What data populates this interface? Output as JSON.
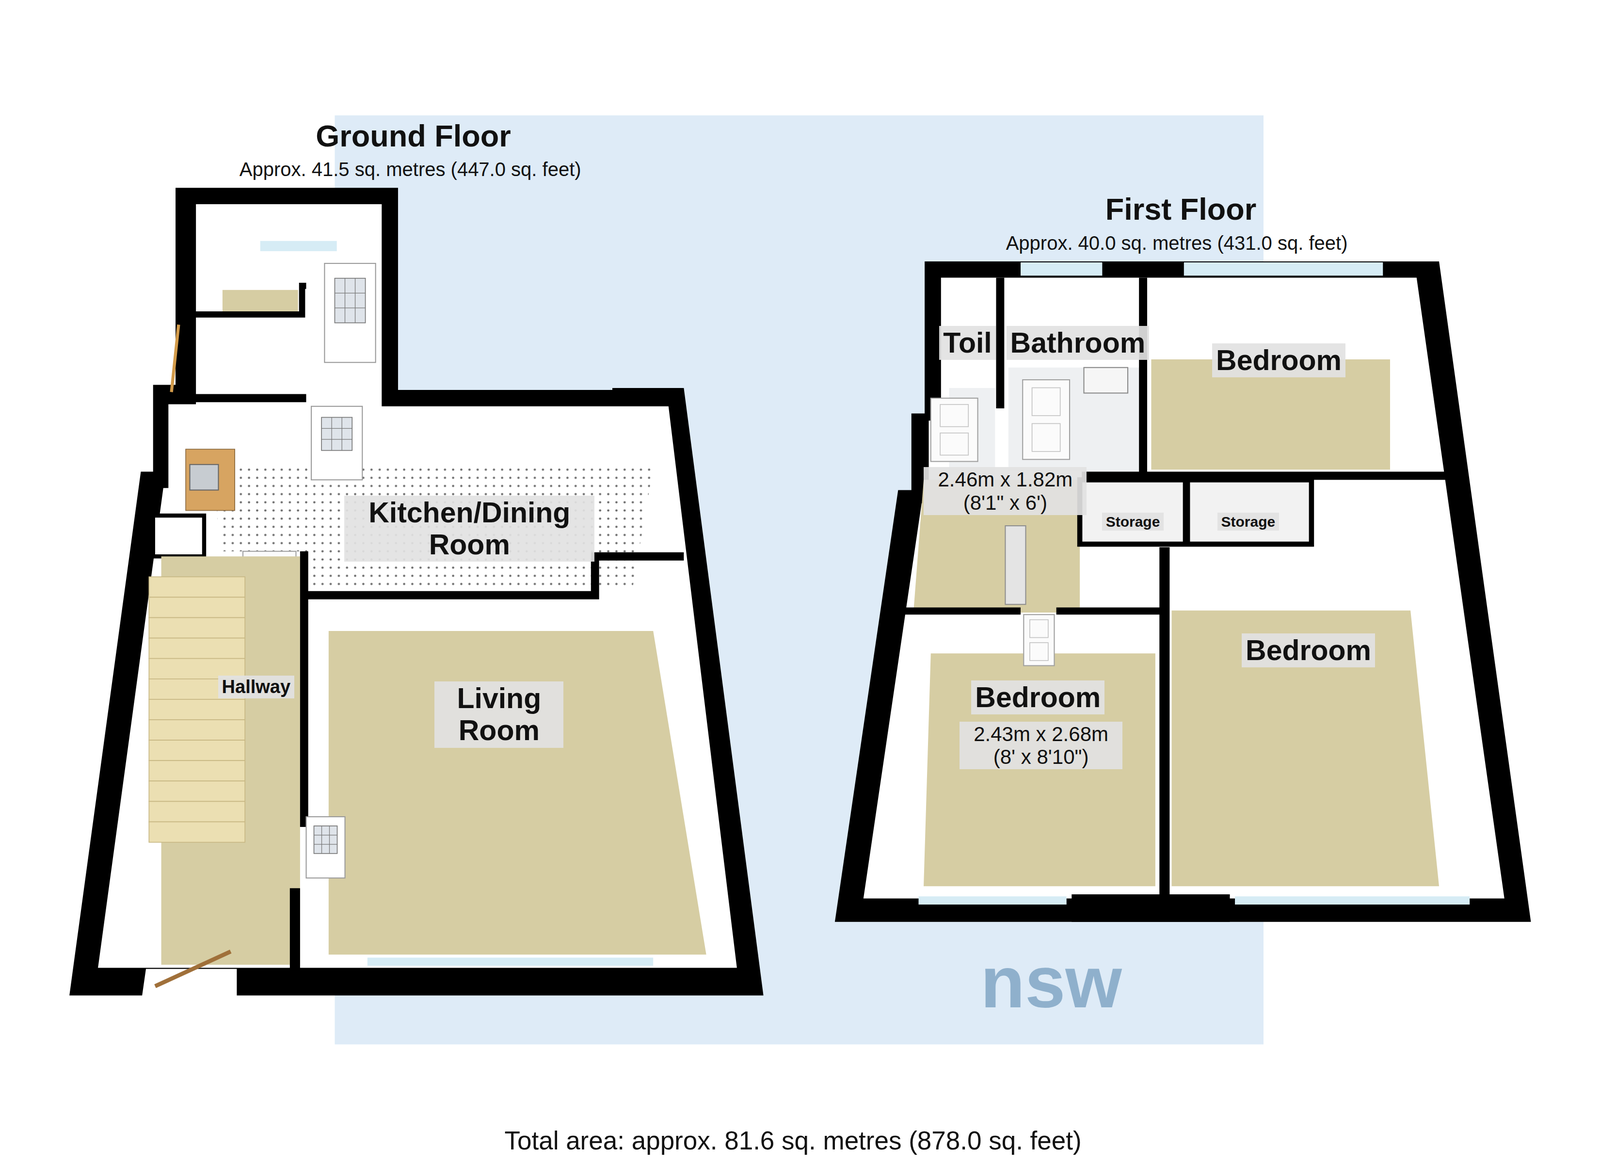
{
  "diagram": {
    "caption": "Total area: approx. 81.6 sq. metres (878.0 sq. feet)",
    "nodes": [
      {
        "text": [
          "Ground Floor",
          "Approx. 41.5 sq. metres (447.0 sq. feet)"
        ]
      },
      {
        "text": [
          "Kitchen/Dining Room"
        ],
        "in": 0
      },
      {
        "text": [
          "Hallway"
        ],
        "in": 0
      },
      {
        "text": [
          "Living Room"
        ],
        "in": 0
      },
      {
        "text": [
          "First Floor",
          "Approx. 40.0 sq. metres (431.0 sq. feet)"
        ]
      },
      {
        "text": [
          "Toil"
        ],
        "in": 4
      },
      {
        "text": [
          "Bathroom"
        ],
        "in": 4
      },
      {
        "text": [
          "Bedroom"
        ],
        "in": 4
      },
      {
        "text": [
          "Storage"
        ],
        "in": 4
      },
      {
        "text": [
          "Storage"
        ],
        "in": 4
      },
      {
        "text": [
          "Bedroom"
        ],
        "in": 4
      },
      {
        "text": [
          "Bedroom",
          "2.43m x 2.68m (8' x 8'10\")"
        ],
        "in": 4
      }
    ],
    "edges": [],
    "labels": [
      "2.46m x 1.82m (8'1\" x 6')",
      "nsw"
    ]
  }
}
